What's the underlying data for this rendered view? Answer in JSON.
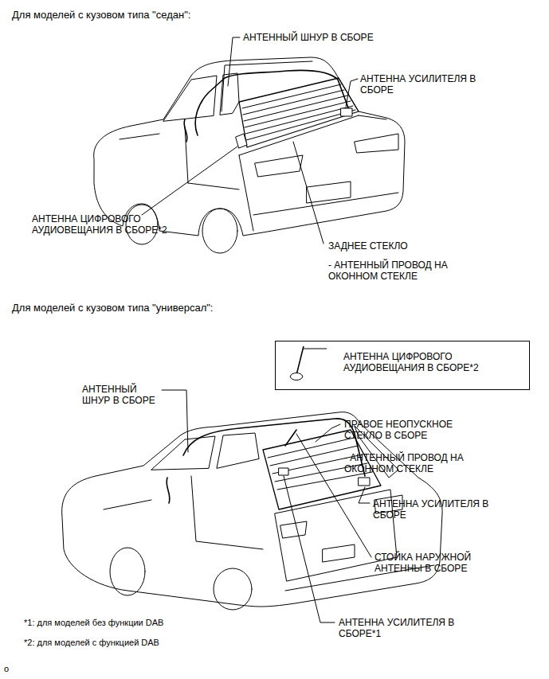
{
  "diagram": {
    "nodes": [
      {
        "text": [
          "АНТЕННА ЦИФРОВОГО АУДИОВЕЩАНИЯ В СБОРЕ*2"
        ]
      }
    ],
    "labels": [
      "Для моделей с кузовом типа \"седан\":",
      "АНТЕННЫЙ ШНУР В СБОРЕ",
      "АНТЕННА УСИЛИТЕЛЯ В СБОРЕ",
      "АНТЕННА ЦИФРОВОГО АУДИОВЕЩАНИЯ В СБОРЕ*2",
      "ЗАДНЕЕ СТЕКЛО",
      "- АНТЕННЫЙ ПРОВОД НА ОКОННОМ СТЕКЛЕ",
      "Для моделей с кузовом типа \"универсал\":",
      "АНТЕННЫЙ ШНУР В СБОРЕ",
      "ПРАВОЕ НЕОПУСКНОЕ СТЕКЛО В СБОРЕ",
      "- АНТЕННЫЙ ПРОВОД НА ОКОННОМ СТЕКЛЕ",
      "АНТЕННА УСИЛИТЕЛЯ В СБОРЕ",
      "СТОЙКА НАРУЖНОЙ АНТЕННЫ В СБОРЕ",
      "АНТЕННА УСИЛИТЕЛЯ В СБОРЕ*1",
      "*1: для моделей без функции DAB",
      "*2: для моделей с функцией DAB",
      "o"
    ]
  }
}
